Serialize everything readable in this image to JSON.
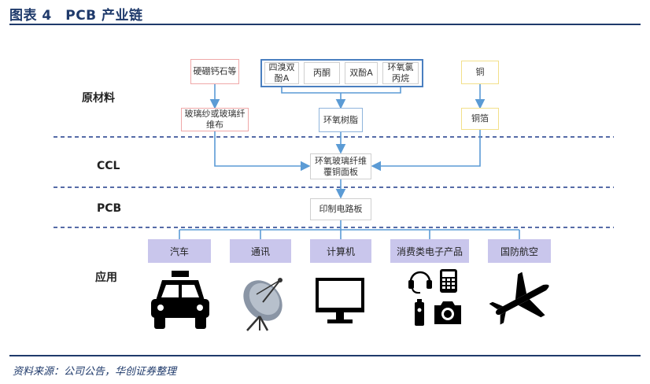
{
  "header": {
    "title": "图表 4　PCB 产业链"
  },
  "footer": {
    "source": "资料来源：公司公告，华创证券整理"
  },
  "layers": {
    "raw": "原材料",
    "ccl": "CCL",
    "pcb": "PCB",
    "app": "应用"
  },
  "nodes": {
    "ore": "硬硼钙石等",
    "tbbpa": "四溴双酚A",
    "acetone": "丙酮",
    "bpa": "双酚A",
    "ech": "环氧氯丙烷",
    "copper": "铜",
    "glass_fiber": "玻璃纱或玻璃纤维布",
    "epoxy": "环氧树脂",
    "copper_foil": "铜箔",
    "ccl_board": "环氧玻璃纤维覆铜面板",
    "pcb_board": "印制电路板"
  },
  "apps": [
    "汽车",
    "通讯",
    "计算机",
    "消费类电子产品",
    "国防航空"
  ],
  "icons": [
    "taxi-icon",
    "satellite-dish-icon",
    "computer-monitor-icon",
    "consumer-electronics-icon",
    "airplane-icon"
  ],
  "colors": {
    "title": "#1f3a6b",
    "pink_border": "#f0a8a8",
    "blue_border": "#8fb4dc",
    "yellow_border": "#f2e08a",
    "group_border": "#4a7fc0",
    "app_fill": "#c9c6ec",
    "arrow": "#5b9bd5",
    "dashed_line": "#1f3a8a"
  }
}
